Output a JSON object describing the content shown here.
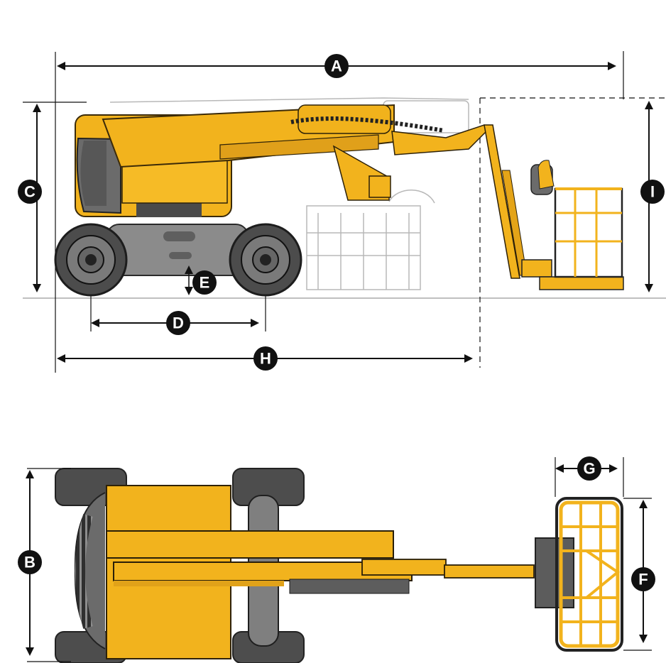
{
  "labels": {
    "A": "A",
    "B": "B",
    "C": "C",
    "D": "D",
    "E": "E",
    "F": "F",
    "G": "G",
    "H": "H",
    "I": "I"
  },
  "colors": {
    "machine_yellow": "#f2b31d",
    "machine_dark_yellow": "#c98f12",
    "counterweight_gray": "#6b6b6b",
    "tire_gray": "#4d4d4d",
    "chassis_gray": "#8b8b8b",
    "dimension_black": "#111111",
    "ghost_gray": "#bdbdbd"
  },
  "icons": {
    "dimension_marker": "black-circle-letter-icon",
    "arrow": "black-arrowhead-icon"
  }
}
